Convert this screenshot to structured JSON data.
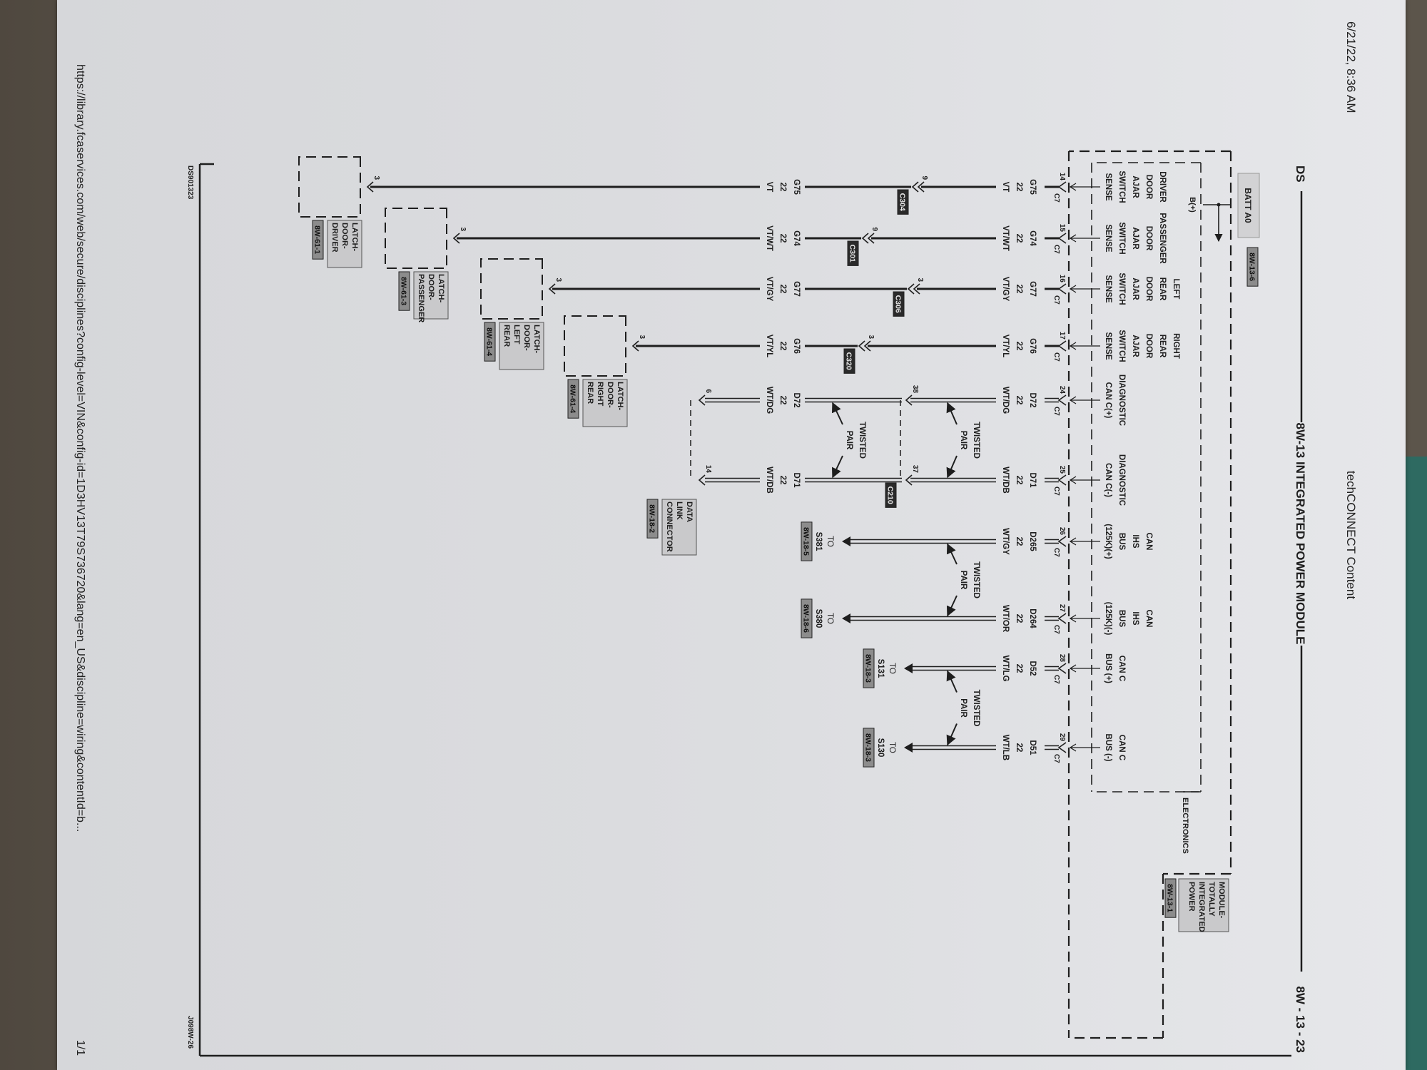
{
  "header": {
    "datetime": "6/21/22, 8:36 AM",
    "site_title": "techCONNECT Content"
  },
  "footer": {
    "url": "https://library.fcaservices.com/web/secure/disciplines?config-level=VIN&config-id=1D3HV13T79S736720&lang=en_US&discipline=wiring&contentId=b...",
    "page_count": "1/1"
  },
  "diagram": {
    "ds": "DS",
    "title": "8W-13 INTEGRATED POWER MODULE",
    "page_ref": "8W - 13 - 23",
    "code_left": "DS901323",
    "code_right": "J098W-26",
    "module": {
      "name_lines": [
        "MODULE-",
        "TOTALLY",
        "INTEGRATED",
        "POWER"
      ],
      "ref": "8W-13-1",
      "electronics": "ELECTRONICS",
      "batt": "BATT A0",
      "batt_ref": "8W-13-6",
      "bplus": "B(+)"
    },
    "pins": [
      {
        "pin": "14",
        "conn": "C7",
        "func": [
          "DRIVER",
          "DOOR",
          "AJAR",
          "SWITCH",
          "SENSE"
        ],
        "wire": {
          "code": "G75",
          "gauge": "22",
          "color": "VT"
        }
      },
      {
        "pin": "15",
        "conn": "C7",
        "func": [
          "PASSENGER",
          "DOOR",
          "AJAR",
          "SWITCH",
          "SENSE"
        ],
        "wire": {
          "code": "G74",
          "gauge": "22",
          "color": "VT/WT"
        }
      },
      {
        "pin": "16",
        "conn": "C7",
        "func": [
          "LEFT",
          "REAR",
          "DOOR",
          "AJAR",
          "SWITCH",
          "SENSE"
        ],
        "wire": {
          "code": "G77",
          "gauge": "22",
          "color": "VT/GY"
        }
      },
      {
        "pin": "17",
        "conn": "C7",
        "func": [
          "RIGHT",
          "REAR",
          "DOOR",
          "AJAR",
          "SWITCH",
          "SENSE"
        ],
        "wire": {
          "code": "G76",
          "gauge": "22",
          "color": "VT/YL"
        }
      },
      {
        "pin": "24",
        "conn": "C7",
        "func": [
          "DIAGNOSTIC",
          "CAN C(+)"
        ],
        "wire": {
          "code": "D72",
          "gauge": "22",
          "color": "WT/DG"
        }
      },
      {
        "pin": "25",
        "conn": "C7",
        "func": [
          "DIAGNOSTIC",
          "CAN C(-)"
        ],
        "wire": {
          "code": "D71",
          "gauge": "22",
          "color": "WT/DB"
        }
      },
      {
        "pin": "26",
        "conn": "C7",
        "func": [
          "CAN",
          "IHS",
          "BUS",
          "(125K)(+)"
        ],
        "wire": {
          "code": "D265",
          "gauge": "22",
          "color": "WT/GY"
        }
      },
      {
        "pin": "27",
        "conn": "C7",
        "func": [
          "CAN",
          "IHS",
          "BUS",
          "(125K)(-)"
        ],
        "wire": {
          "code": "D264",
          "gauge": "22",
          "color": "WT/OR"
        }
      },
      {
        "pin": "28",
        "conn": "C7",
        "func": [
          "CAN C",
          "BUS (+)"
        ],
        "wire": {
          "code": "D52",
          "gauge": "22",
          "color": "WT/LG"
        }
      },
      {
        "pin": "29",
        "conn": "C7",
        "func": [
          "CAN C",
          "BUS (-)"
        ],
        "wire": {
          "code": "D51",
          "gauge": "22",
          "color": "WT/LB"
        }
      }
    ],
    "inline_connectors": [
      {
        "name": "C304",
        "pin": "9"
      },
      {
        "name": "C301",
        "pin": "9"
      },
      {
        "name": "C306",
        "pin": "3"
      },
      {
        "name": "C320",
        "pin": "3"
      }
    ],
    "c210": {
      "name": "C210",
      "pins": [
        "38",
        "37"
      ]
    },
    "latches": [
      {
        "lines": [
          "LATCH-",
          "DOOR-",
          "DRIVER"
        ],
        "ref": "8W-61-1",
        "pin": "3"
      },
      {
        "lines": [
          "LATCH-",
          "DOOR-",
          "PASSENGER"
        ],
        "ref": "8W-61-3",
        "pin": "3"
      },
      {
        "lines": [
          "LATCH-",
          "DOOR-",
          "LEFT",
          "REAR"
        ],
        "ref": "8W-61-4",
        "pin": "3"
      },
      {
        "lines": [
          "LATCH-",
          "DOOR-",
          "RIGHT",
          "REAR"
        ],
        "ref": "8W-61-4",
        "pin": "3"
      }
    ],
    "dlc": {
      "lines": [
        "DATA",
        "LINK",
        "CONNECTOR"
      ],
      "ref": "8W-18-2",
      "pins": [
        "6",
        "14"
      ]
    },
    "splices": [
      {
        "to": "TO",
        "name": "S381",
        "ref": "8W-18-5"
      },
      {
        "to": "TO",
        "name": "S380",
        "ref": "8W-18-6"
      },
      {
        "to": "TO",
        "name": "S131",
        "ref": "8W-18-3"
      },
      {
        "to": "TO",
        "name": "S130",
        "ref": "8W-18-3"
      }
    ],
    "twisted_pair": [
      "TWISTED",
      "PAIR"
    ]
  }
}
